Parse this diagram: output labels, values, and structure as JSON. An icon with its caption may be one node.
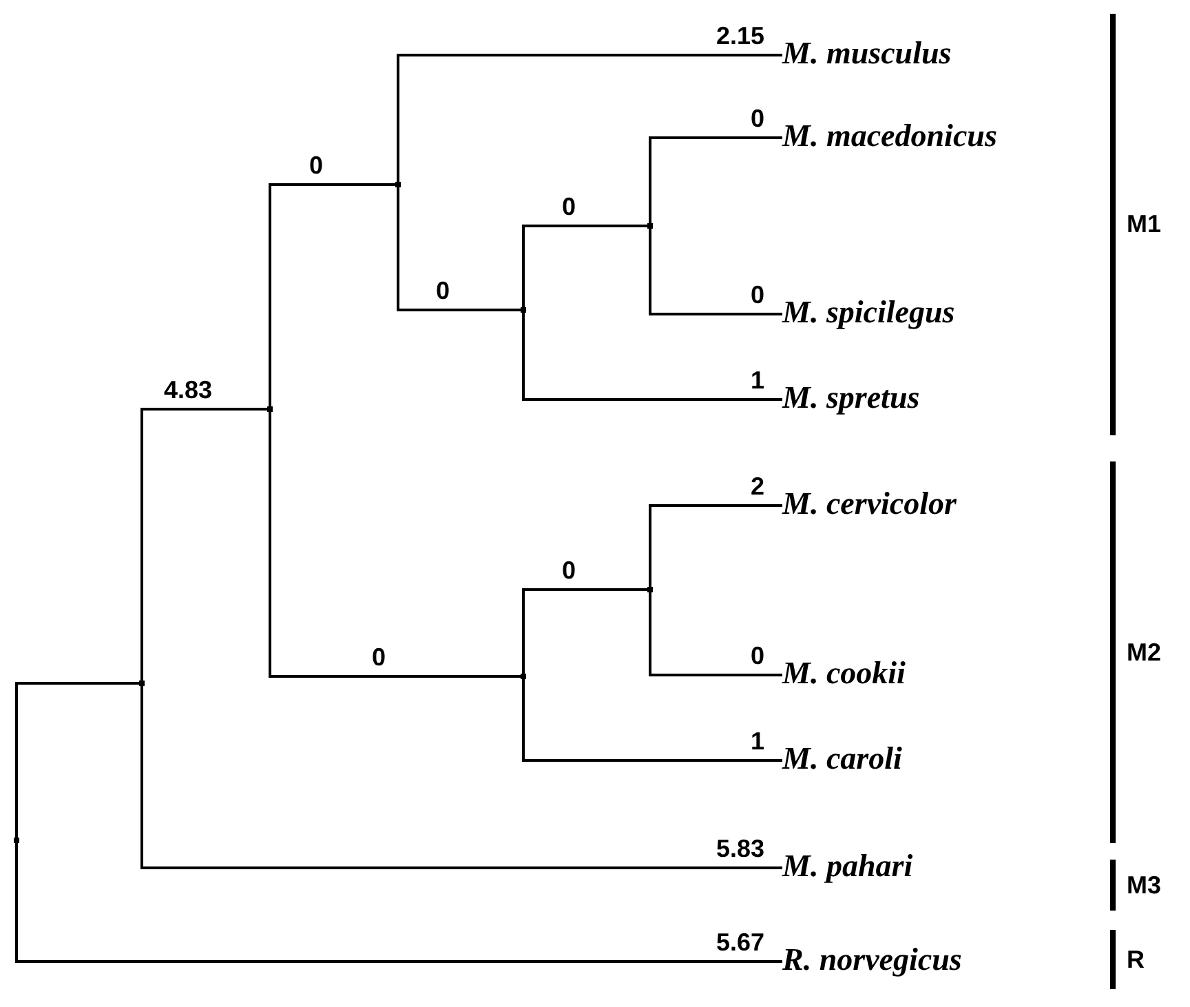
{
  "diagram": {
    "nodes": [
      {
        "text": [],
        "shape": "point"
      },
      {
        "text": [],
        "shape": "point"
      },
      {
        "text": [],
        "shape": "point"
      },
      {
        "text": [],
        "shape": "point"
      },
      {
        "text": [
          "M. musculus"
        ]
      },
      {
        "text": [],
        "shape": "point"
      },
      {
        "text": [],
        "shape": "point"
      },
      {
        "text": [
          "M. macedonicus"
        ]
      },
      {
        "text": [
          "M. spicilegus"
        ]
      },
      {
        "text": [
          "M. spretus"
        ]
      },
      {
        "text": [],
        "shape": "point"
      },
      {
        "text": [],
        "shape": "point"
      },
      {
        "text": [
          "M. cervicolor"
        ]
      },
      {
        "text": [
          "M. cookii"
        ]
      },
      {
        "text": [
          "M. caroli"
        ]
      },
      {
        "text": [
          "M. pahari"
        ]
      },
      {
        "text": [
          "R. norvegicus"
        ]
      },
      {
        "text": [
          "M1"
        ]
      },
      {
        "text": [
          "M2"
        ]
      },
      {
        "text": [
          "M3"
        ]
      },
      {
        "text": [
          "R"
        ]
      }
    ],
    "edges": [
      {
        "from": 0,
        "to": 1,
        "arrow": "none"
      },
      {
        "from": 0,
        "to": 16,
        "arrow": "none",
        "label": "5.67"
      },
      {
        "from": 1,
        "to": 2,
        "arrow": "none",
        "label": "4.83"
      },
      {
        "from": 1,
        "to": 15,
        "arrow": "none",
        "label": "5.83"
      },
      {
        "from": 2,
        "to": 3,
        "arrow": "none",
        "label": "0"
      },
      {
        "from": 2,
        "to": 10,
        "arrow": "none",
        "label": "0"
      },
      {
        "from": 3,
        "to": 4,
        "arrow": "none",
        "label": "2.15"
      },
      {
        "from": 3,
        "to": 5,
        "arrow": "none",
        "label": "0"
      },
      {
        "from": 5,
        "to": 6,
        "arrow": "none",
        "label": "0"
      },
      {
        "from": 5,
        "to": 9,
        "arrow": "none",
        "label": "1"
      },
      {
        "from": 6,
        "to": 7,
        "arrow": "none",
        "label": "0"
      },
      {
        "from": 6,
        "to": 8,
        "arrow": "none",
        "label": "0"
      },
      {
        "from": 10,
        "to": 11,
        "arrow": "none",
        "label": "0"
      },
      {
        "from": 10,
        "to": 14,
        "arrow": "none",
        "label": "1"
      },
      {
        "from": 11,
        "to": 12,
        "arrow": "none",
        "label": "2"
      },
      {
        "from": 11,
        "to": 13,
        "arrow": "none",
        "label": "0"
      }
    ]
  }
}
